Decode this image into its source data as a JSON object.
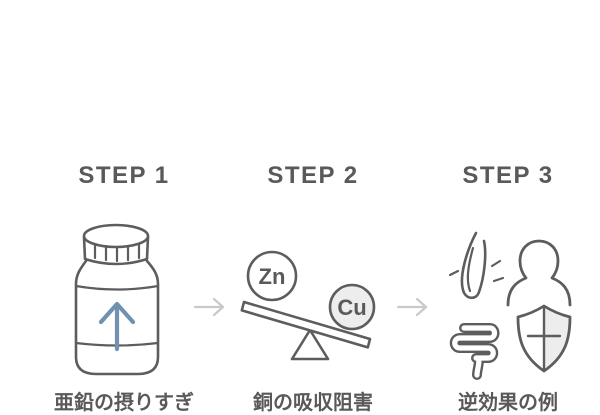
{
  "steps": [
    {
      "heading": "STEP 1",
      "label": "亜鉛の摂りすぎ",
      "icon": "supplement-bottle-with-up-arrow"
    },
    {
      "heading": "STEP 2",
      "label": "銅の吸収阻害",
      "seesaw": {
        "left_element": "Zn",
        "right_element": "Cu"
      }
    },
    {
      "heading": "STEP 3",
      "label": "逆効果の例",
      "icons": [
        "hair-loss",
        "body-silhouette",
        "intestine",
        "immune-shield"
      ]
    }
  ],
  "connectors": {
    "arrow_glyph": "→"
  },
  "colors": {
    "outline_gray": "#5d5d5d",
    "text_gray": "#595959",
    "light_fill": "#ededed",
    "connector_arrow_gray": "#c9c9c9",
    "bottle_arrow_blue": "#7191b0",
    "background": "#ffffff"
  }
}
